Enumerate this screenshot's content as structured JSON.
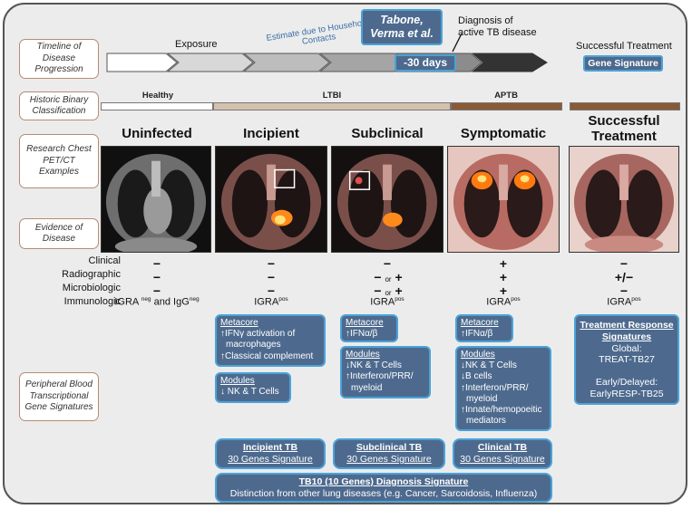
{
  "row_labels": {
    "timeline": "Timeline of Disease Progression",
    "historic": "Historic Binary Classification",
    "research": "Research Chest PET/CT Examples",
    "evidence": "Evidence of Disease",
    "peripheral": "Peripheral Blood Transcriptional Gene Signatures"
  },
  "timeline": {
    "exposure": "Exposure",
    "estimate": "Estimate due to Household Contacts",
    "authors": "Tabone, Verma et al.",
    "days": "-30 days",
    "diagnosis": "Diagnosis of active TB disease",
    "success": "Successful Treatment",
    "gene_sig": "Gene Signature"
  },
  "historic": {
    "healthy": "Healthy",
    "ltbi": "LTBI",
    "aptb": "APTB"
  },
  "stages": [
    "Uninfected",
    "Incipient",
    "Subclinical",
    "Symptomatic",
    "Successful Treatment"
  ],
  "evidence": {
    "labels": [
      "Clinical",
      "Radiographic",
      "Microbiologic",
      "Immunologic"
    ],
    "dash": "−",
    "plus": "+",
    "or": "or",
    "plusminus": "+/−",
    "igra_neg": {
      "a": "IGRA ",
      "a_sup": "neg",
      "mid": " and IgG",
      "b_sup": "neg"
    },
    "igra": "IGRA",
    "pos": "pos"
  },
  "signatures": {
    "incipient_metacore": {
      "title": "Metacore",
      "lines": [
        "↑IFNγ activation of",
        "macrophages",
        "↑Classical complement"
      ]
    },
    "incipient_modules": {
      "title": "Modules",
      "lines": [
        "↓ NK & T Cells"
      ]
    },
    "subclinical_metacore": {
      "title": "Metacore",
      "lines": [
        "↑IFNα/β"
      ]
    },
    "subclinical_modules": {
      "title": "Modules",
      "lines": [
        "↓NK & T Cells",
        "↑Interferon/PRR/",
        "myeloid"
      ]
    },
    "clinical_metacore": {
      "title": "Metacore",
      "lines": [
        "↑IFNα/β"
      ]
    },
    "clinical_modules": {
      "title": "Modules",
      "lines": [
        "↓NK & T Cells",
        "↓B cells",
        "↑Interferon/PRR/",
        "myeloid",
        "↑Innate/hemopoeitic",
        "mediators"
      ]
    },
    "treatment": {
      "title": "Treatment Response Signatures",
      "global_label": "Global:",
      "global": "TREAT-TB27",
      "early_label": "Early/Delayed:",
      "early": "EarlyRESP-TB25"
    },
    "incipient_tb": {
      "title": "Incipient TB",
      "sub": "30 Genes Signature"
    },
    "subclinical_tb": {
      "title": "Subclinical TB",
      "sub": "30 Genes Signature"
    },
    "clinical_tb": {
      "title": "Clinical TB",
      "sub": "30 Genes Signature"
    },
    "tb10": {
      "title": "TB10 (10 Genes) Diagnosis Signature",
      "sub": "Distinction from other lung diseases (e.g. Cancer, Sarcoidosis, Influenza)"
    }
  },
  "colors": {
    "box_fill": "#4d6a8e",
    "box_border": "#4aa3d8",
    "ltbi_bar": "#d3c1ad",
    "aptb_bar": "#8a5a36",
    "label_border": "#b58c73"
  }
}
